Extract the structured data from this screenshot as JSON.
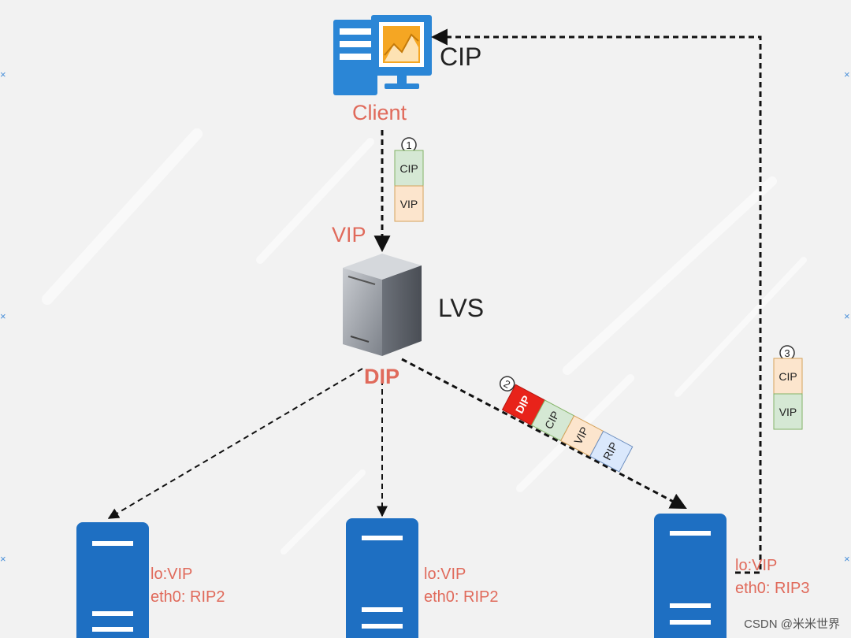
{
  "labels": {
    "client": "Client",
    "client_ip": "CIP",
    "lvs_vip": "VIP",
    "lvs": "LVS",
    "lvs_dip": "DIP"
  },
  "packets": [
    {
      "step": "1",
      "fields": [
        "CIP",
        "VIP"
      ]
    },
    {
      "step": "2",
      "fields": [
        "DIP",
        "CIP",
        "VIP",
        "RIP"
      ]
    },
    {
      "step": "3",
      "fields": [
        "CIP",
        "VIP"
      ]
    }
  ],
  "real_servers": [
    {
      "lo": "lo:VIP",
      "eth0": "eth0: RIP2"
    },
    {
      "lo": "lo:VIP",
      "eth0": "eth0: RIP2"
    },
    {
      "lo": "lo:VIP",
      "eth0": "eth0: RIP3"
    }
  ],
  "watermark": "CSDN @米米世界",
  "colors": {
    "server_blue": "#1e6fc2",
    "label_red": "#e06a5b",
    "cip_green": "#d5e8d4",
    "vip_orange": "#fce5cd",
    "rip_blue": "#dae8fc",
    "dip_red": "#e8231a"
  }
}
